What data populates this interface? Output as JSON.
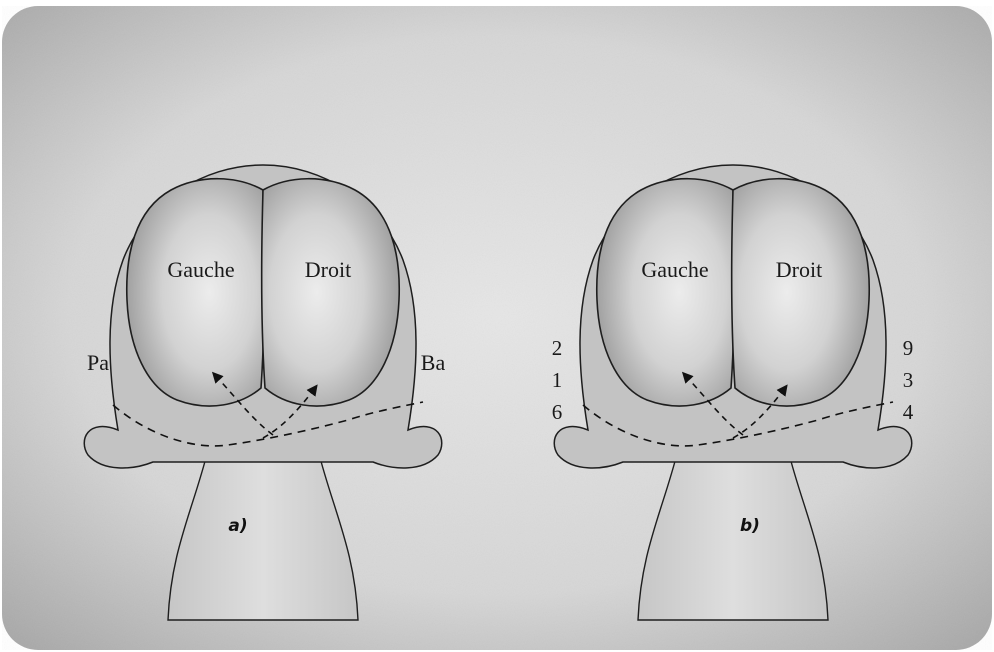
{
  "figure": {
    "panels": [
      {
        "id": "a",
        "letter": "a)",
        "left_label": "Gauche",
        "right_label": "Droit",
        "side_left": "Pa",
        "side_right": "Ba"
      },
      {
        "id": "b",
        "letter": "b)",
        "left_label": "Gauche",
        "right_label": "Droit",
        "left_numbers": [
          "2",
          "1",
          "6"
        ],
        "right_numbers": [
          "9",
          "3",
          "4"
        ]
      }
    ]
  },
  "colors": {
    "frame_bg": "#dcdcdc",
    "lobe_fill": "#c9c9c9",
    "outline": "#1e1e1e"
  }
}
